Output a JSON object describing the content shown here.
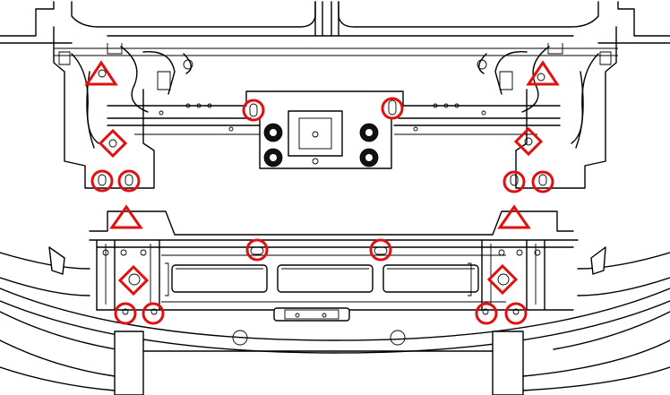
{
  "colors": {
    "marker": "#e01010",
    "line": "#000000",
    "background": "#ffffff"
  },
  "markers": {
    "circle_positions": [
      "upper-beam-left-slot",
      "upper-beam-right-slot",
      "upper-left-bracket-bolt-1",
      "upper-left-bracket-bolt-2",
      "upper-right-bracket-bolt-1",
      "upper-right-bracket-bolt-2",
      "lower-beam-left-slot",
      "lower-beam-right-slot",
      "lower-left-bracket-bolt-1",
      "lower-left-bracket-bolt-2",
      "lower-right-bracket-bolt-1",
      "lower-right-bracket-bolt-2"
    ],
    "triangle_positions": [
      "upper-left-pin",
      "upper-right-pin",
      "lower-left-pin",
      "lower-right-pin"
    ],
    "diamond_positions": [
      "upper-left-locator",
      "upper-right-locator",
      "lower-left-locator",
      "lower-right-locator"
    ]
  }
}
